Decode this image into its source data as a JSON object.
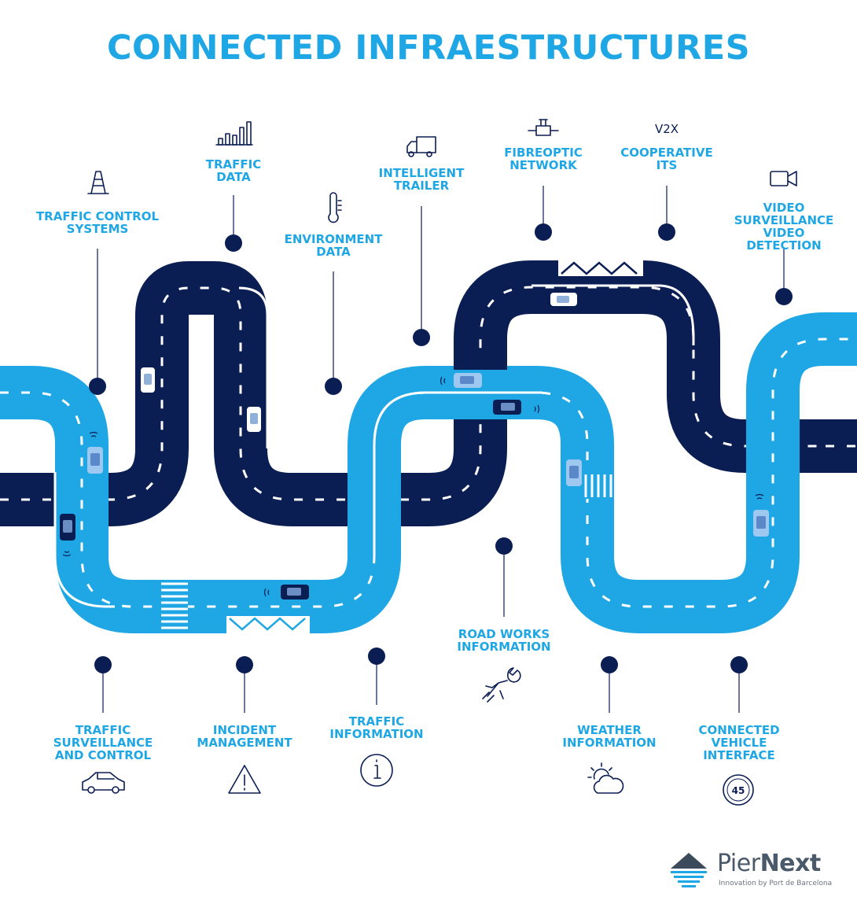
{
  "title": "CONNECTED INFRAESTRUCTURES",
  "colors": {
    "dark_road": "#0b1e54",
    "light_road": "#1ea7e4",
    "label": "#1ea7e4",
    "dot": "#0b1e54"
  },
  "labels": {
    "traffic_control_systems": "TRAFFIC CONTROL\nSYSTEMS",
    "traffic_data": "TRAFFIC\nDATA",
    "environment_data": "ENVIRONMENT\nDATA",
    "intelligent_trailer": "INTELLIGENT\nTRAILER",
    "fibreoptic_network": "FIBREOPTIC\nNETWORK",
    "v2x": "V2X",
    "cooperative_its": "COOPERATIVE\nITS",
    "video_surveillance": "VIDEO\nSURVEILLANCE\nVIDEO DETECTION",
    "road_works_information": "ROAD WORKS\nINFORMATION",
    "traffic_surveillance": "TRAFFIC\nSURVEILLANCE\nAND CONTROL",
    "incident_management": "INCIDENT\nMANAGEMENT",
    "traffic_information": "TRAFFIC\nINFORMATION",
    "weather_information": "WEATHER\nINFORMATION",
    "connected_vehicle_interface": "CONNECTED\nVEHICLE\nINTERFACE"
  },
  "icons": {
    "traffic_control_systems": "traffic-cone-icon",
    "traffic_data": "bar-chart-icon",
    "environment_data": "thermometer-icon",
    "intelligent_trailer": "truck-icon",
    "fibreoptic_network": "fibre-connector-icon",
    "video_surveillance": "video-camera-icon",
    "road_works_information": "wrench-hand-icon",
    "traffic_surveillance": "car-icon",
    "incident_management": "warning-triangle-icon",
    "traffic_information": "info-circle-icon",
    "weather_information": "sun-cloud-icon",
    "connected_vehicle_interface": "speed-limit-icon"
  },
  "speed_limit": "45",
  "brand": {
    "name_light": "Pier",
    "name_bold": "Next",
    "tagline": "Innovation by Port de Barcelona"
  }
}
